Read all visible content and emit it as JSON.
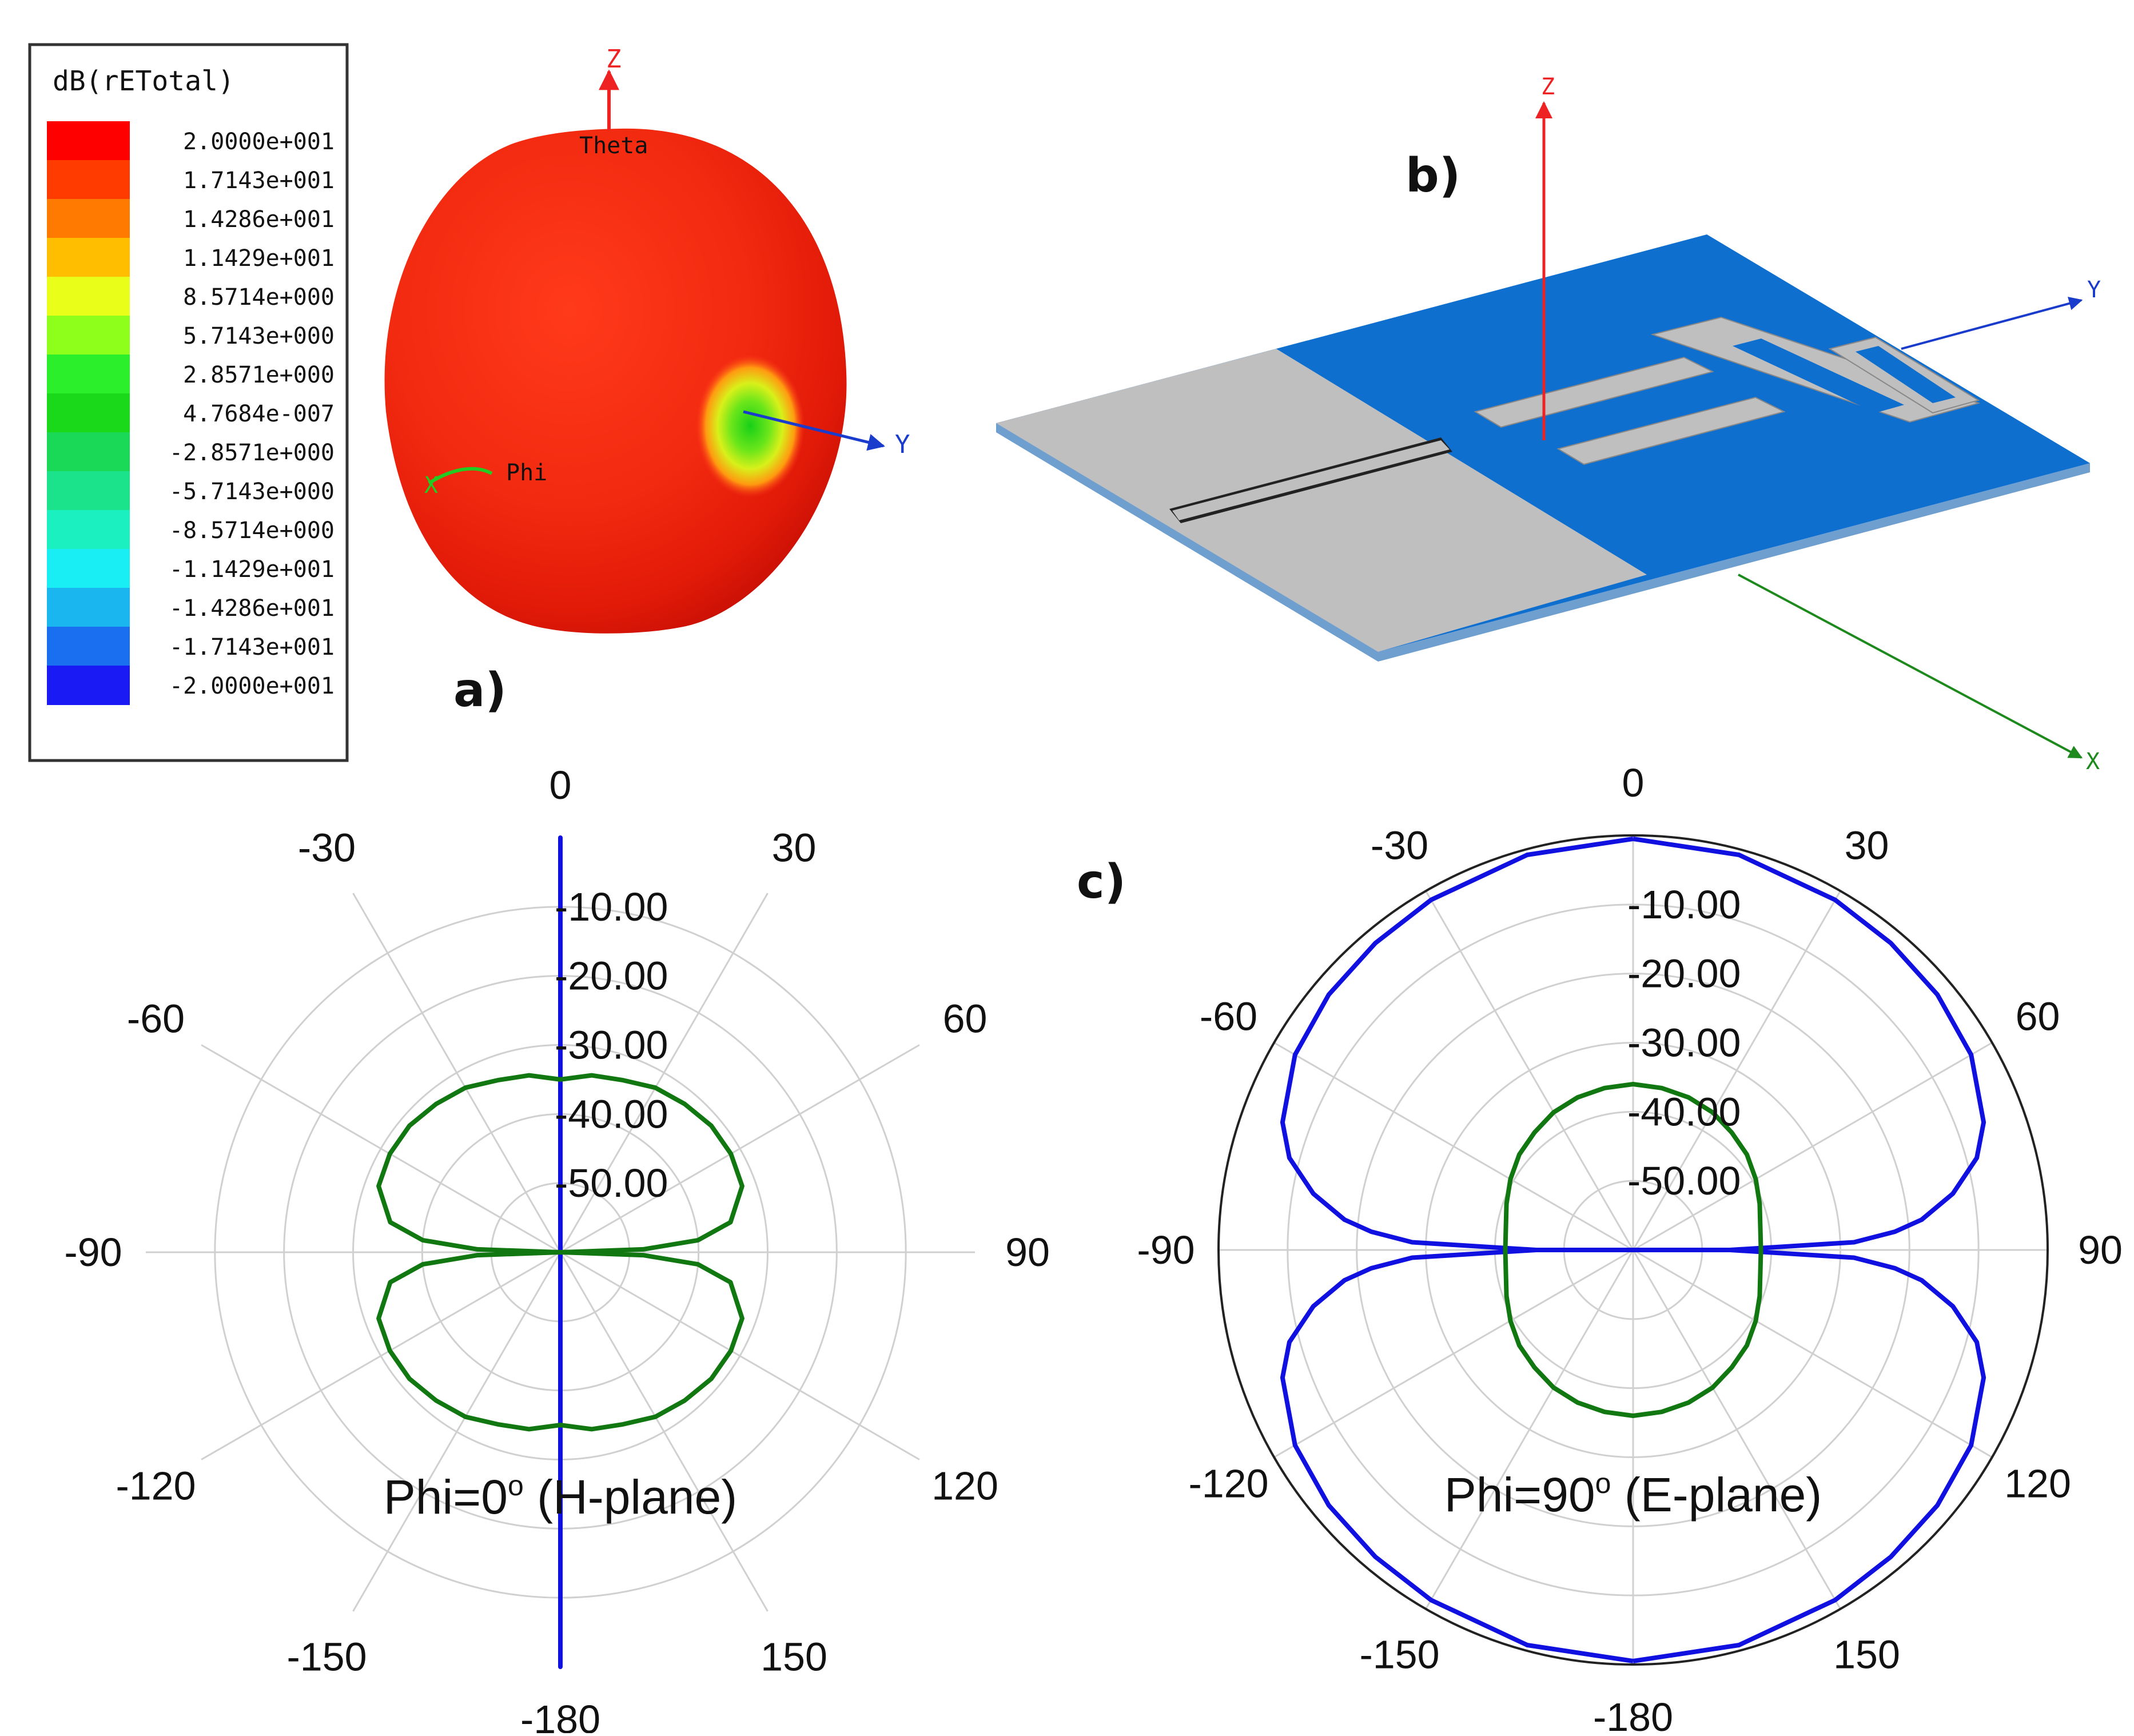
{
  "colors": {
    "outer_trace": "#1010e0",
    "inner_trace": "#117711",
    "grid": "#d0d0d0",
    "substrate_blue": "#0f6fcf",
    "copper_grey": "#bfbfbf",
    "axis_z": "#ee2222",
    "axis_y": "#1a3ccc",
    "axis_x": "#1e8a1e"
  },
  "panel_labels": {
    "a": "a)",
    "b": "b)",
    "c": "c)"
  },
  "legend": {
    "title": "dB(rETotal)",
    "entries": [
      {
        "label": "2.0000e+001",
        "color": "#ff0000"
      },
      {
        "label": "1.7143e+001",
        "color": "#ff3b00"
      },
      {
        "label": "1.4286e+001",
        "color": "#ff7a00"
      },
      {
        "label": "1.1429e+001",
        "color": "#ffbf00"
      },
      {
        "label": "8.5714e+000",
        "color": "#e9ff1a"
      },
      {
        "label": "5.7143e+000",
        "color": "#8dff1a"
      },
      {
        "label": "2.8571e+000",
        "color": "#2bef2b"
      },
      {
        "label": "4.7684e-007",
        "color": "#1ad91a"
      },
      {
        "label": "-2.8571e+000",
        "color": "#1ad957"
      },
      {
        "label": "-5.7143e+000",
        "color": "#1ae38c"
      },
      {
        "label": "-8.5714e+000",
        "color": "#1af0c0"
      },
      {
        "label": "-1.1429e+001",
        "color": "#1aeef5"
      },
      {
        "label": "-1.4286e+001",
        "color": "#1ab6f0"
      },
      {
        "label": "-1.7143e+001",
        "color": "#1a6ff0"
      },
      {
        "label": "-2.0000e+001",
        "color": "#1a1af5"
      }
    ]
  },
  "pattern3d": {
    "axis_theta": "Theta",
    "axis_phi": "Phi",
    "axis_z": "Z",
    "axis_y": "Y",
    "axis_x": "X"
  },
  "geometry3d": {
    "axis_z": "Z",
    "axis_y": "Y",
    "axis_x": "X"
  },
  "chart_data": [
    {
      "type": "polar",
      "title": "Phi=0º (H-plane)",
      "title_main": "Phi=0",
      "title_degree": "o",
      "title_tail": " (H-plane)",
      "angle_ticks": [
        0,
        30,
        60,
        90,
        120,
        150,
        -180,
        -150,
        -120,
        -90,
        -60,
        -30
      ],
      "radial_ticks": [
        -10,
        -20,
        -30,
        -40,
        -50
      ],
      "radial_tick_labels": [
        "-10.00",
        "-20.00",
        "-30.00",
        "-40.00",
        "-50.00"
      ],
      "r_range": [
        -60,
        0
      ],
      "series": [
        {
          "color": "#1010e0",
          "theta": [
            0,
            180
          ],
          "values": [
            0,
            0
          ]
        },
        {
          "color": "#117711",
          "theta": [
            0,
            10,
            20,
            30,
            40,
            50,
            60,
            70,
            80,
            85,
            88,
            90,
            92,
            95,
            100,
            110,
            120,
            130,
            140,
            150,
            160,
            170,
            180
          ],
          "values": [
            -35,
            -34,
            -33.5,
            -32.5,
            -32,
            -31.5,
            -31.5,
            -32,
            -35,
            -40,
            -48,
            -60,
            -48,
            -40,
            -35,
            -32,
            -31.5,
            -31.5,
            -32,
            -32.5,
            -33.5,
            -34,
            -35
          ]
        }
      ]
    },
    {
      "type": "polar",
      "title": "Phi=90º (E-plane)",
      "title_main": "Phi=90",
      "title_degree": "o",
      "title_tail": " (E-plane)",
      "angle_ticks": [
        0,
        30,
        60,
        90,
        120,
        150,
        -180,
        -150,
        -120,
        -90,
        -60,
        -30
      ],
      "radial_ticks": [
        -10,
        -20,
        -30,
        -40,
        -50
      ],
      "radial_tick_labels": [
        "-10.00",
        "-20.00",
        "-30.00",
        "-40.00",
        "-50.00"
      ],
      "r_range": [
        -60,
        0
      ],
      "series": [
        {
          "color": "#1010e0",
          "theta": [
            0,
            15,
            30,
            40,
            50,
            60,
            70,
            75,
            80,
            84,
            86,
            88,
            90
          ],
          "values": [
            -0.5,
            -0.8,
            -1.5,
            -2,
            -2.5,
            -3.5,
            -6,
            -8.5,
            -13,
            -18,
            -22,
            -28,
            -46
          ]
        },
        {
          "color": "#117711",
          "theta": [
            0,
            10,
            20,
            30,
            40,
            50,
            60,
            70,
            80,
            90,
            100,
            110,
            120,
            130,
            140,
            150,
            160,
            170,
            180
          ],
          "values": [
            -36,
            -36.2,
            -36.5,
            -37,
            -37.8,
            -38.5,
            -39.5,
            -40.5,
            -41.3,
            -41.5,
            -41.3,
            -40.5,
            -39.5,
            -38.5,
            -37.8,
            -37,
            -36.5,
            -36.2,
            -36
          ]
        }
      ]
    }
  ]
}
